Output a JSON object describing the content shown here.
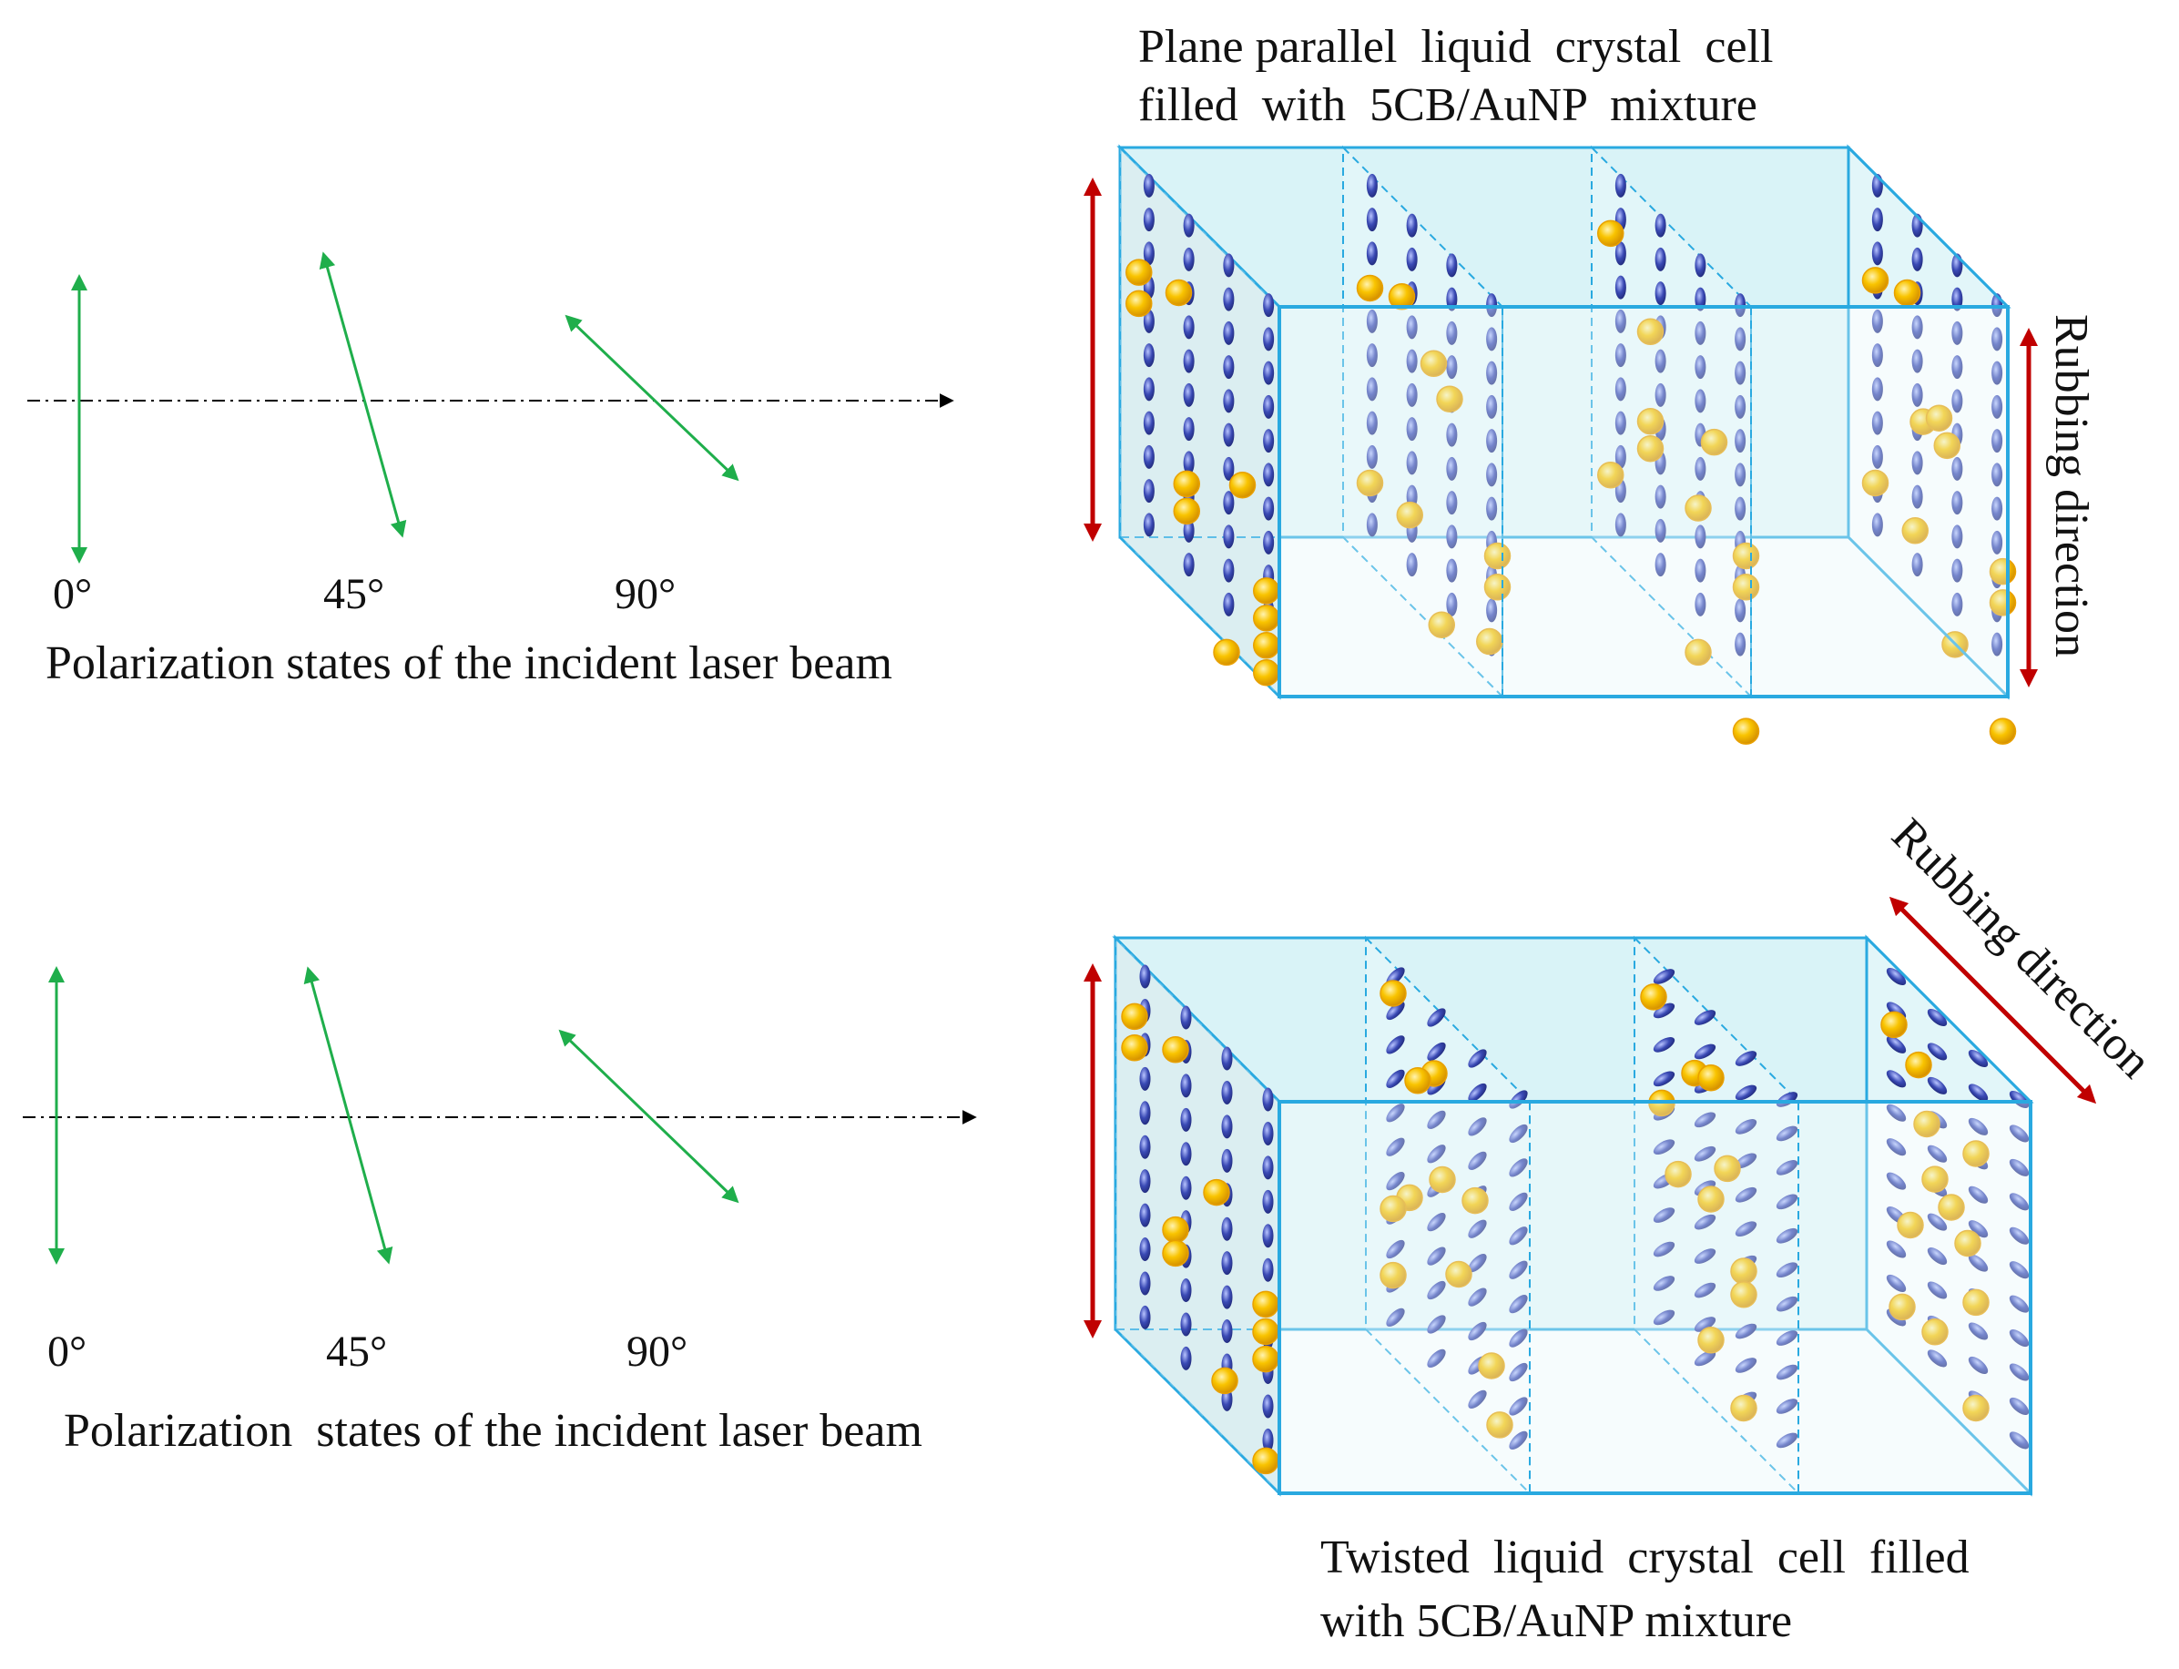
{
  "top_panel": {
    "angles": [
      "0°",
      "45°",
      "90°"
    ],
    "caption": "Polarization states of the incident laser beam",
    "cell_title_line1": "Plane parallel  liquid  crystal  cell",
    "cell_title_line2": "filled  with  5CB/AuNP  mixture",
    "rubbing_label": "Rubbing direction"
  },
  "bottom_panel": {
    "angles": [
      "0°",
      "45°",
      "90°"
    ],
    "caption": "Polarization  states of the incident laser beam",
    "cell_title_line1": "Twisted  liquid  crystal  cell  filled",
    "cell_title_line2": "with 5CB/AuNP mixture",
    "rubbing_label": "Rubbing direction"
  },
  "colors": {
    "polarization_arrow": "#1fae4b",
    "rubbing_arrow": "#c00000",
    "cell_edge": "#29a9e0",
    "cell_fill": "#e6f7f9",
    "lc_molecule": "#2f3d9c",
    "gold_nanoparticle": "#f7b500",
    "beam_axis": "#000000"
  },
  "icons": {
    "nanoparticle": "gold-nanoparticle-icon",
    "molecule": "lc-molecule-icon"
  }
}
